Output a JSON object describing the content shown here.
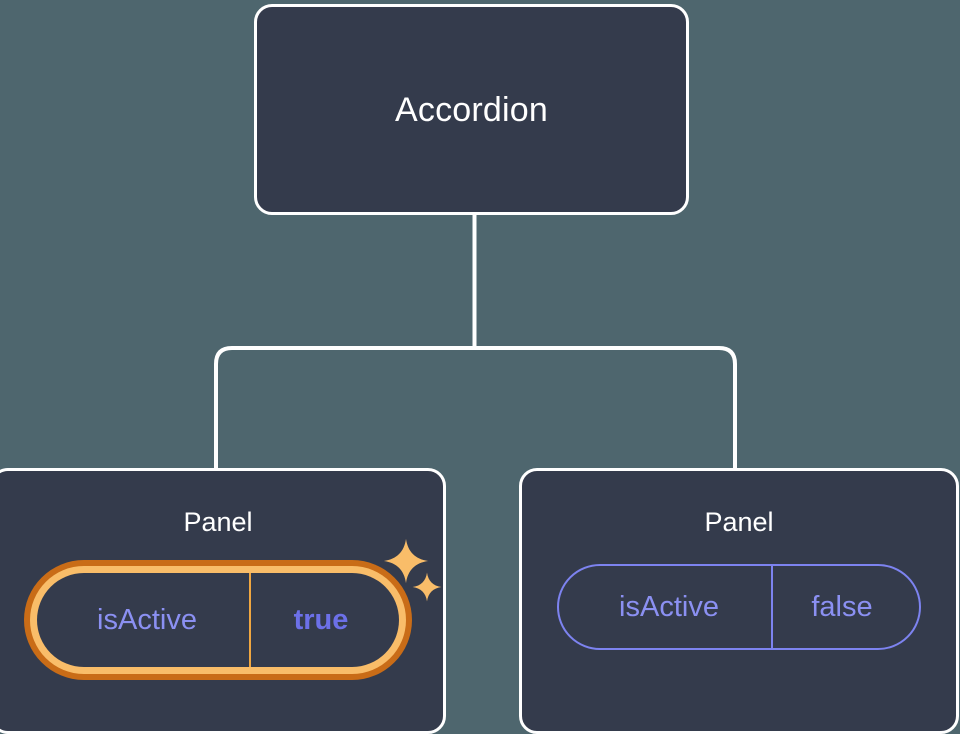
{
  "theme": {
    "background": "#4e666e",
    "node_fill": "#343b4c",
    "node_border": "#ffffff",
    "edge_color": "#ffffff",
    "pill_border": "#7d83f0",
    "pill_key_text": "#8b90f2",
    "pill_value_text": "#8b90f2",
    "highlight_inner_ring": "#f9bd69",
    "highlight_outer_ring": "#c96c17",
    "highlight_value_text": "#6c70e8",
    "sparkle_color": "#f9bd69"
  },
  "tree": {
    "root": {
      "title": "Accordion"
    },
    "children": [
      {
        "title": "Panel",
        "highlighted": true,
        "prop": {
          "key": "isActive",
          "value": "true"
        },
        "sparkles": [
          {
            "name": "sparkle-large"
          },
          {
            "name": "sparkle-small"
          }
        ]
      },
      {
        "title": "Panel",
        "highlighted": false,
        "prop": {
          "key": "isActive",
          "value": "false"
        }
      }
    ]
  }
}
